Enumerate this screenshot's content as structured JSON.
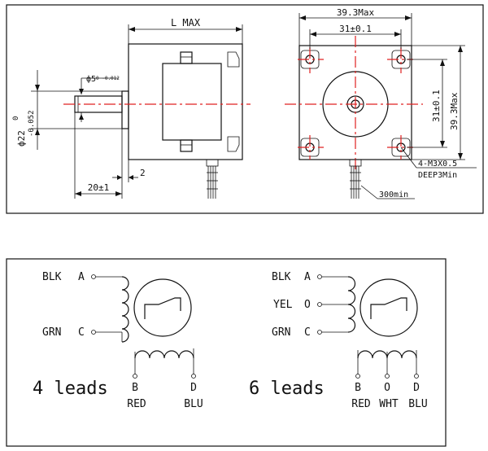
{
  "drawing": {
    "side_view": {
      "length_label": "L MAX",
      "shaft_diameter_label": "ф22",
      "shaft_tol_upper": "0",
      "shaft_tol_lower": "-0.052",
      "shaft_dia_label": "ф5",
      "shaft_dia_tol": "0 -0.012",
      "shaft_length_label": "20±1",
      "flange_label": "2"
    },
    "front_view": {
      "overall_width_label": "39.3Max",
      "hole_spacing_label": "31±0.1",
      "vertical_hole_spacing_label": "31±0.1",
      "vertical_overall_label": "39.3Max",
      "thread_label": "4-M3X0.5",
      "depth_label": "DEEP3Min",
      "lead_length_label": "300min"
    }
  },
  "wiring": {
    "four_lead": {
      "title": "4 leads",
      "wires": [
        {
          "color": "BLK",
          "terminal": "A"
        },
        {
          "color": "GRN",
          "terminal": "C"
        }
      ],
      "bottom_terminals": [
        {
          "terminal": "B",
          "color": "RED"
        },
        {
          "terminal": "D",
          "color": "BLU"
        }
      ]
    },
    "six_lead": {
      "title": "6 leads",
      "wires": [
        {
          "color": "BLK",
          "terminal": "A"
        },
        {
          "color": "YEL",
          "terminal": "O"
        },
        {
          "color": "GRN",
          "terminal": "C"
        }
      ],
      "bottom_terminals": [
        {
          "terminal": "B",
          "color": "RED"
        },
        {
          "terminal": "O",
          "color": "WHT"
        },
        {
          "terminal": "D",
          "color": "BLU"
        }
      ]
    }
  },
  "colors": {
    "line": "#111111",
    "centerline": "#e02020"
  }
}
